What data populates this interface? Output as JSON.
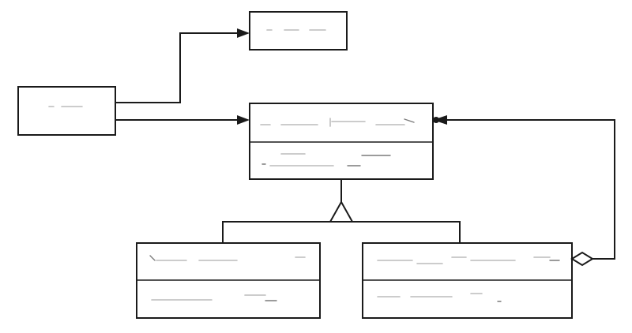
{
  "diagram": {
    "nodes": [
      {
        "id": "node-top-right",
        "name": "",
        "members": []
      },
      {
        "id": "node-left",
        "name": "",
        "members": []
      },
      {
        "id": "node-center",
        "name": "",
        "members": [
          ""
        ]
      },
      {
        "id": "node-bottom-left",
        "name": "",
        "members": [
          ""
        ]
      },
      {
        "id": "node-bottom-right",
        "name": "",
        "members": [
          ""
        ]
      }
    ],
    "relations": [
      {
        "from": "node-left",
        "to": "node-top-right",
        "type": "association"
      },
      {
        "from": "node-left",
        "to": "node-center",
        "type": "association"
      },
      {
        "from": "node-bottom-left",
        "to": "node-center",
        "type": "generalization"
      },
      {
        "from": "node-bottom-right",
        "to": "node-center",
        "type": "generalization"
      },
      {
        "from": "node-bottom-right",
        "to": "node-center",
        "type": "aggregation"
      }
    ],
    "colors": {
      "line": "#1a1a1a",
      "fill": "#ffffff"
    }
  }
}
